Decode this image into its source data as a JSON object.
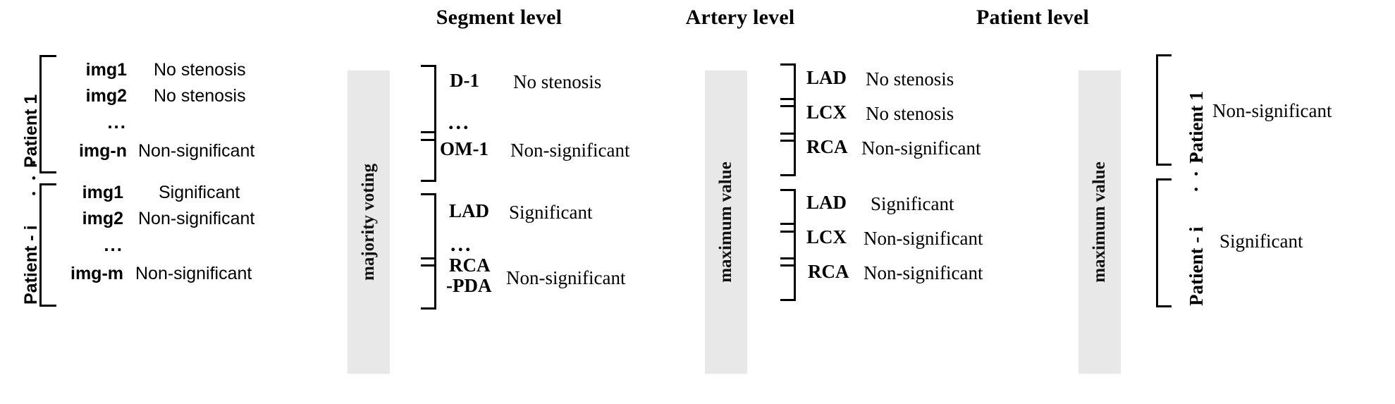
{
  "titles": {
    "segment_level": "Segment level",
    "artery_level": "Artery level",
    "patient_level": "Patient level"
  },
  "operators": {
    "majority_voting": "majority voting",
    "maximum_value_1": "maximum value",
    "maximum_value_2": "maximum value"
  },
  "colors": {
    "operator_bar": "#e8e8e8",
    "text": "#000000",
    "background": "#ffffff"
  },
  "ellipsis": {
    "horizontal": "...",
    "vertical": ". . ."
  },
  "image_level": {
    "groups": [
      {
        "group_label": "Patient 1",
        "rows": [
          {
            "key": "img1",
            "value": "No stenosis"
          },
          {
            "key": "img2",
            "value": "No stenosis"
          },
          {
            "key": "...",
            "value": ""
          },
          {
            "key": "img-n",
            "value": "Non-significant"
          }
        ]
      },
      {
        "group_label": "Patient - i",
        "rows": [
          {
            "key": "img1",
            "value": "Significant"
          },
          {
            "key": "img2",
            "value": "Non-significant"
          },
          {
            "key": "...",
            "value": ""
          },
          {
            "key": "img-m",
            "value": "Non-significant"
          }
        ]
      }
    ]
  },
  "segment_level": {
    "groups": [
      {
        "key": "D-1",
        "value": "No stenosis"
      },
      {
        "key": "OM-1",
        "value": "Non-significant"
      },
      {
        "key": "LAD",
        "value": "Significant"
      },
      {
        "key": "RCA\n-PDA",
        "key_line1": "RCA",
        "key_line2": "-PDA",
        "value": "Non-significant"
      }
    ]
  },
  "artery_level": {
    "groups": [
      {
        "key": "LAD",
        "value": "No stenosis"
      },
      {
        "key": "LCX",
        "value": "No stenosis"
      },
      {
        "key": "RCA",
        "value": "Non-significant"
      },
      {
        "key": "LAD",
        "value": "Significant"
      },
      {
        "key": "LCX",
        "value": "Non-significant"
      },
      {
        "key": "RCA",
        "value": "Non-significant"
      }
    ]
  },
  "patient_level": {
    "groups": [
      {
        "group_label": "Patient 1",
        "value": "Non-significant"
      },
      {
        "group_label": "Patient - i",
        "value": "Significant"
      }
    ]
  }
}
